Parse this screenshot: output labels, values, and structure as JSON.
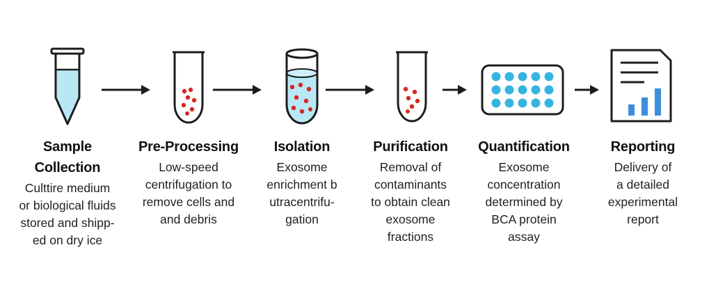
{
  "colors": {
    "stroke": "#1c1c1c",
    "fluid": "#b9e8f5",
    "particle": "#d6281e",
    "well": "#36b4e0",
    "bar": "#3b8fdd",
    "arrow": "#1c1c1c"
  },
  "icons": {
    "step1": "sample-tube-icon",
    "step2": "centrifuge-tube-icon",
    "step3": "isolation-tube-icon",
    "step4": "purification-tube-icon",
    "step5": "well-plate-icon",
    "step6": "report-document-icon"
  },
  "steps": [
    {
      "title": "Sample\nCollection",
      "desc": "Culttire medium\nor biological fluids\nstored and shipp-\ned on dry ice"
    },
    {
      "title": "Pre-Processing",
      "desc": "Low-speed\ncentrifugation to\nremove cells and\nand debris"
    },
    {
      "title": "Isolation",
      "desc": "Exosome\nenrichment b\nutracentrifu-\ngation"
    },
    {
      "title": "Purification",
      "desc": "Removal of\ncontaminants\nto obtain clean\nexosome\nfractions"
    },
    {
      "title": "Quantification",
      "desc": "Exosome\nconcentration\ndetermined by\nBCA protein\nassay"
    },
    {
      "title": "Reporting",
      "desc": "Delivery of\na detailed\nexperimental\nreport"
    }
  ]
}
